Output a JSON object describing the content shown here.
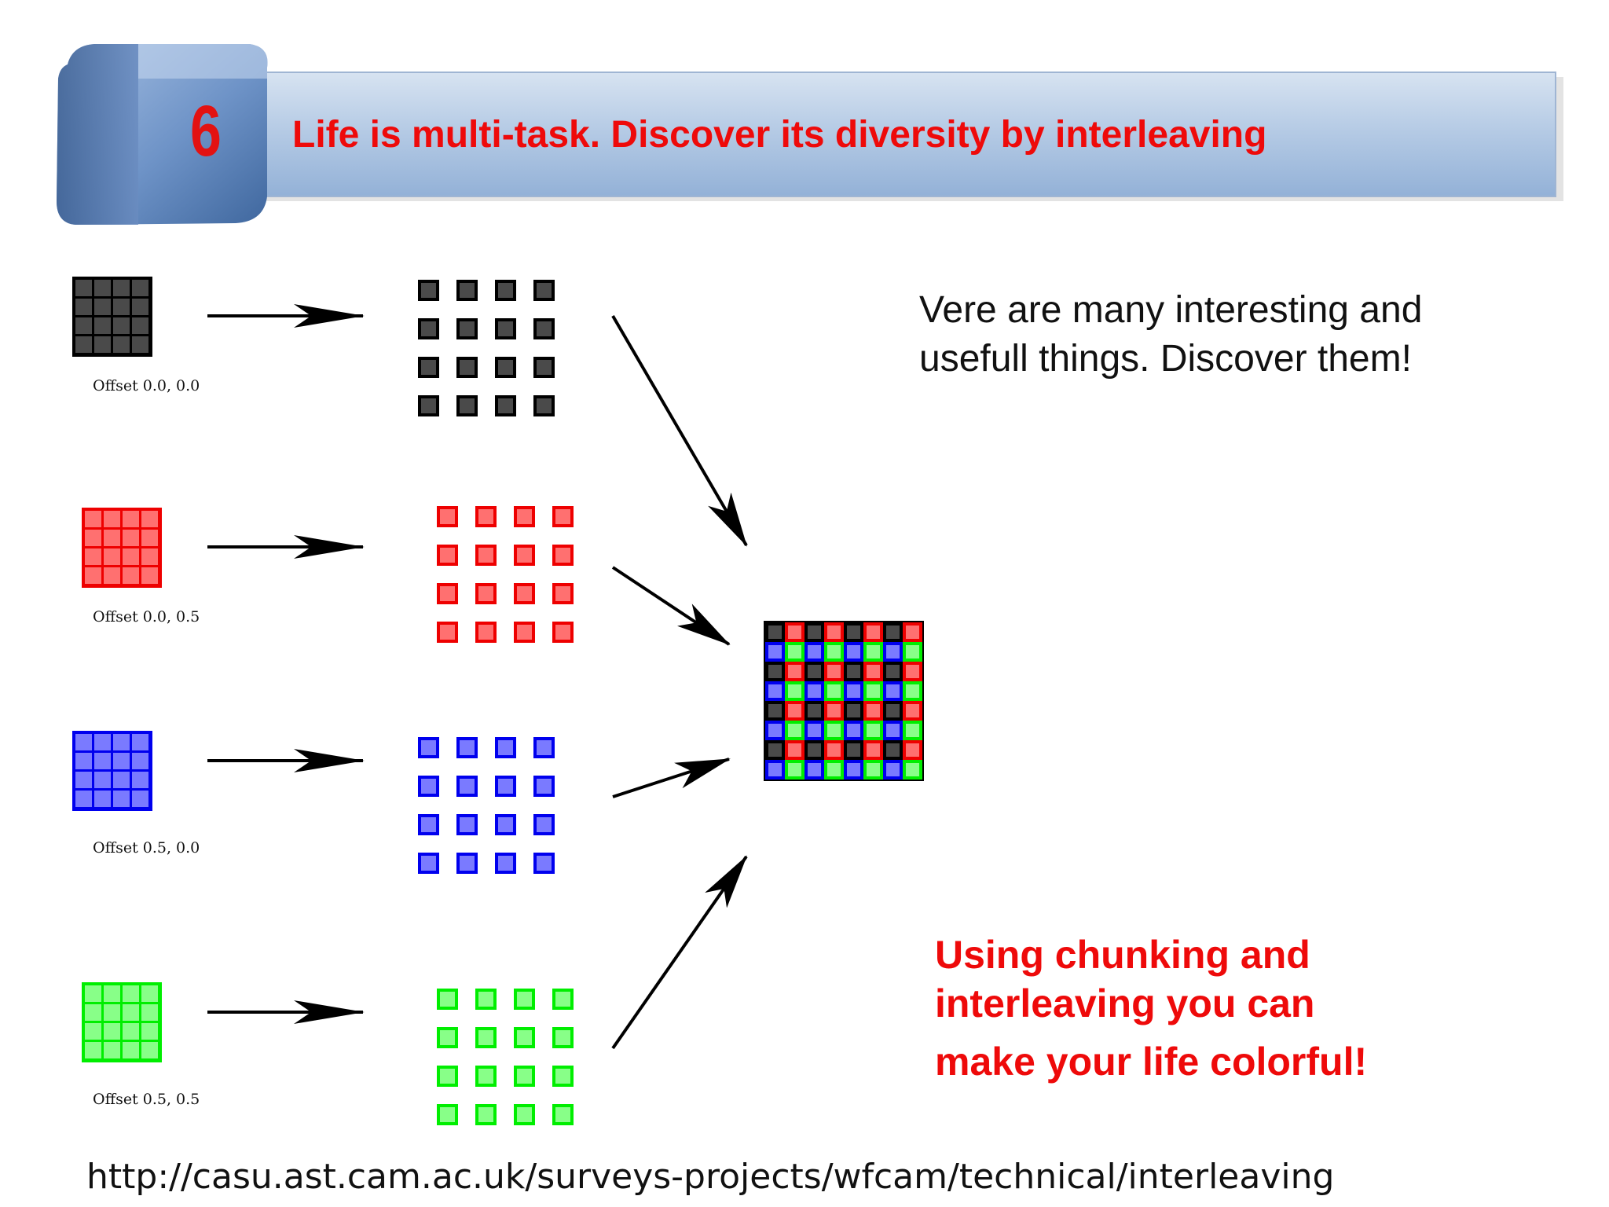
{
  "slide": {
    "number": "6",
    "title": "Life is multi-task. Discover its diversity by interleaving",
    "intro_lines": [
      "Vere are many interesting and",
      "usefull things. Discover them!"
    ],
    "conclusion_lines": [
      "Using chunking and",
      "interleaving you can",
      "make your life colorful!"
    ],
    "source_url": "http://casu.ast.cam.ac.uk/surveys-projects/wfcam/technical/interleaving"
  },
  "grids": [
    {
      "name": "black",
      "offset_label": "Offset 0.0, 0.0",
      "fill": "#4a4a4a",
      "stroke": "#000000"
    },
    {
      "name": "red",
      "offset_label": "Offset 0.0, 0.5",
      "fill": "#ff7070",
      "stroke": "#ee0000"
    },
    {
      "name": "blue",
      "offset_label": "Offset 0.5, 0.0",
      "fill": "#7a7aff",
      "stroke": "#0000ee"
    },
    {
      "name": "green",
      "offset_label": "Offset 0.5, 0.5",
      "fill": "#88ff88",
      "stroke": "#00ee00"
    }
  ],
  "colors": {
    "title": "#ee0a0a",
    "conclusion": "#ee0a0a",
    "banner_top": "#c9d9ec",
    "banner_bottom": "#8fb0d6",
    "cube_face": "#6f93c6",
    "number": "#e31212"
  }
}
